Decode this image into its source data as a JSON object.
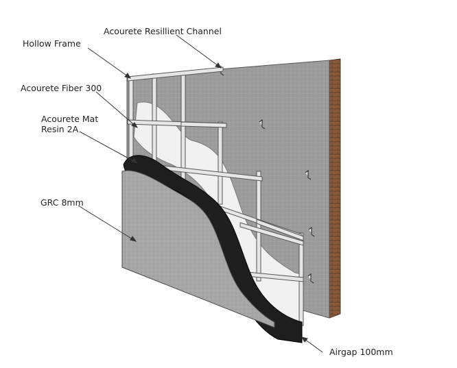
{
  "labels": {
    "resilient_channel": "Acourete Resillient Channel",
    "hollow_frame": "Hollow Frame",
    "fiber": "Acourete Fiber 300",
    "mat_resin": "Acourete Mat\nResin 2A",
    "grc": "GRC 8mm",
    "airgap": "Airgap 100mm"
  },
  "colors": {
    "back_wall": "#9a9a9a",
    "brick": "#8a5a3a",
    "frame": "#e6e6e6",
    "fiber": "#f1f1f1",
    "mat": "#1e1e1e",
    "grc": "#a3a3a3",
    "leader": "#333333"
  }
}
